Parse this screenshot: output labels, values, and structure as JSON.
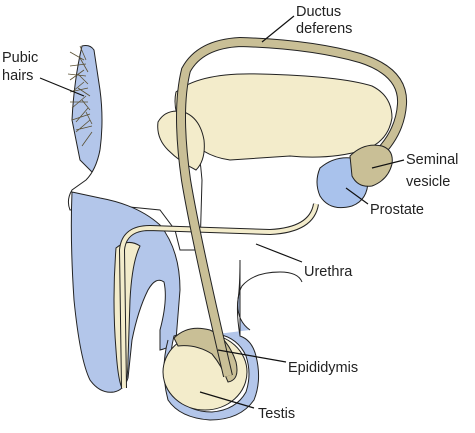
{
  "labels": {
    "pubic_hairs_line1": "Pubic",
    "pubic_hairs_line2": "hairs",
    "ductus_line1": "Ductus",
    "ductus_line2": "deferens",
    "seminal_line1": "Seminal",
    "seminal_line2": "vesicle",
    "prostate": "Prostate",
    "urethra": "Urethra",
    "epididymis": "Epididymis",
    "testis": "Testis"
  },
  "colors": {
    "skin_blue": "#b3c6ea",
    "bladder_cream": "#f3eccb",
    "duct_tan": "#c9bf96",
    "prostate_blue": "#a9c2ec",
    "outline": "#222222"
  }
}
